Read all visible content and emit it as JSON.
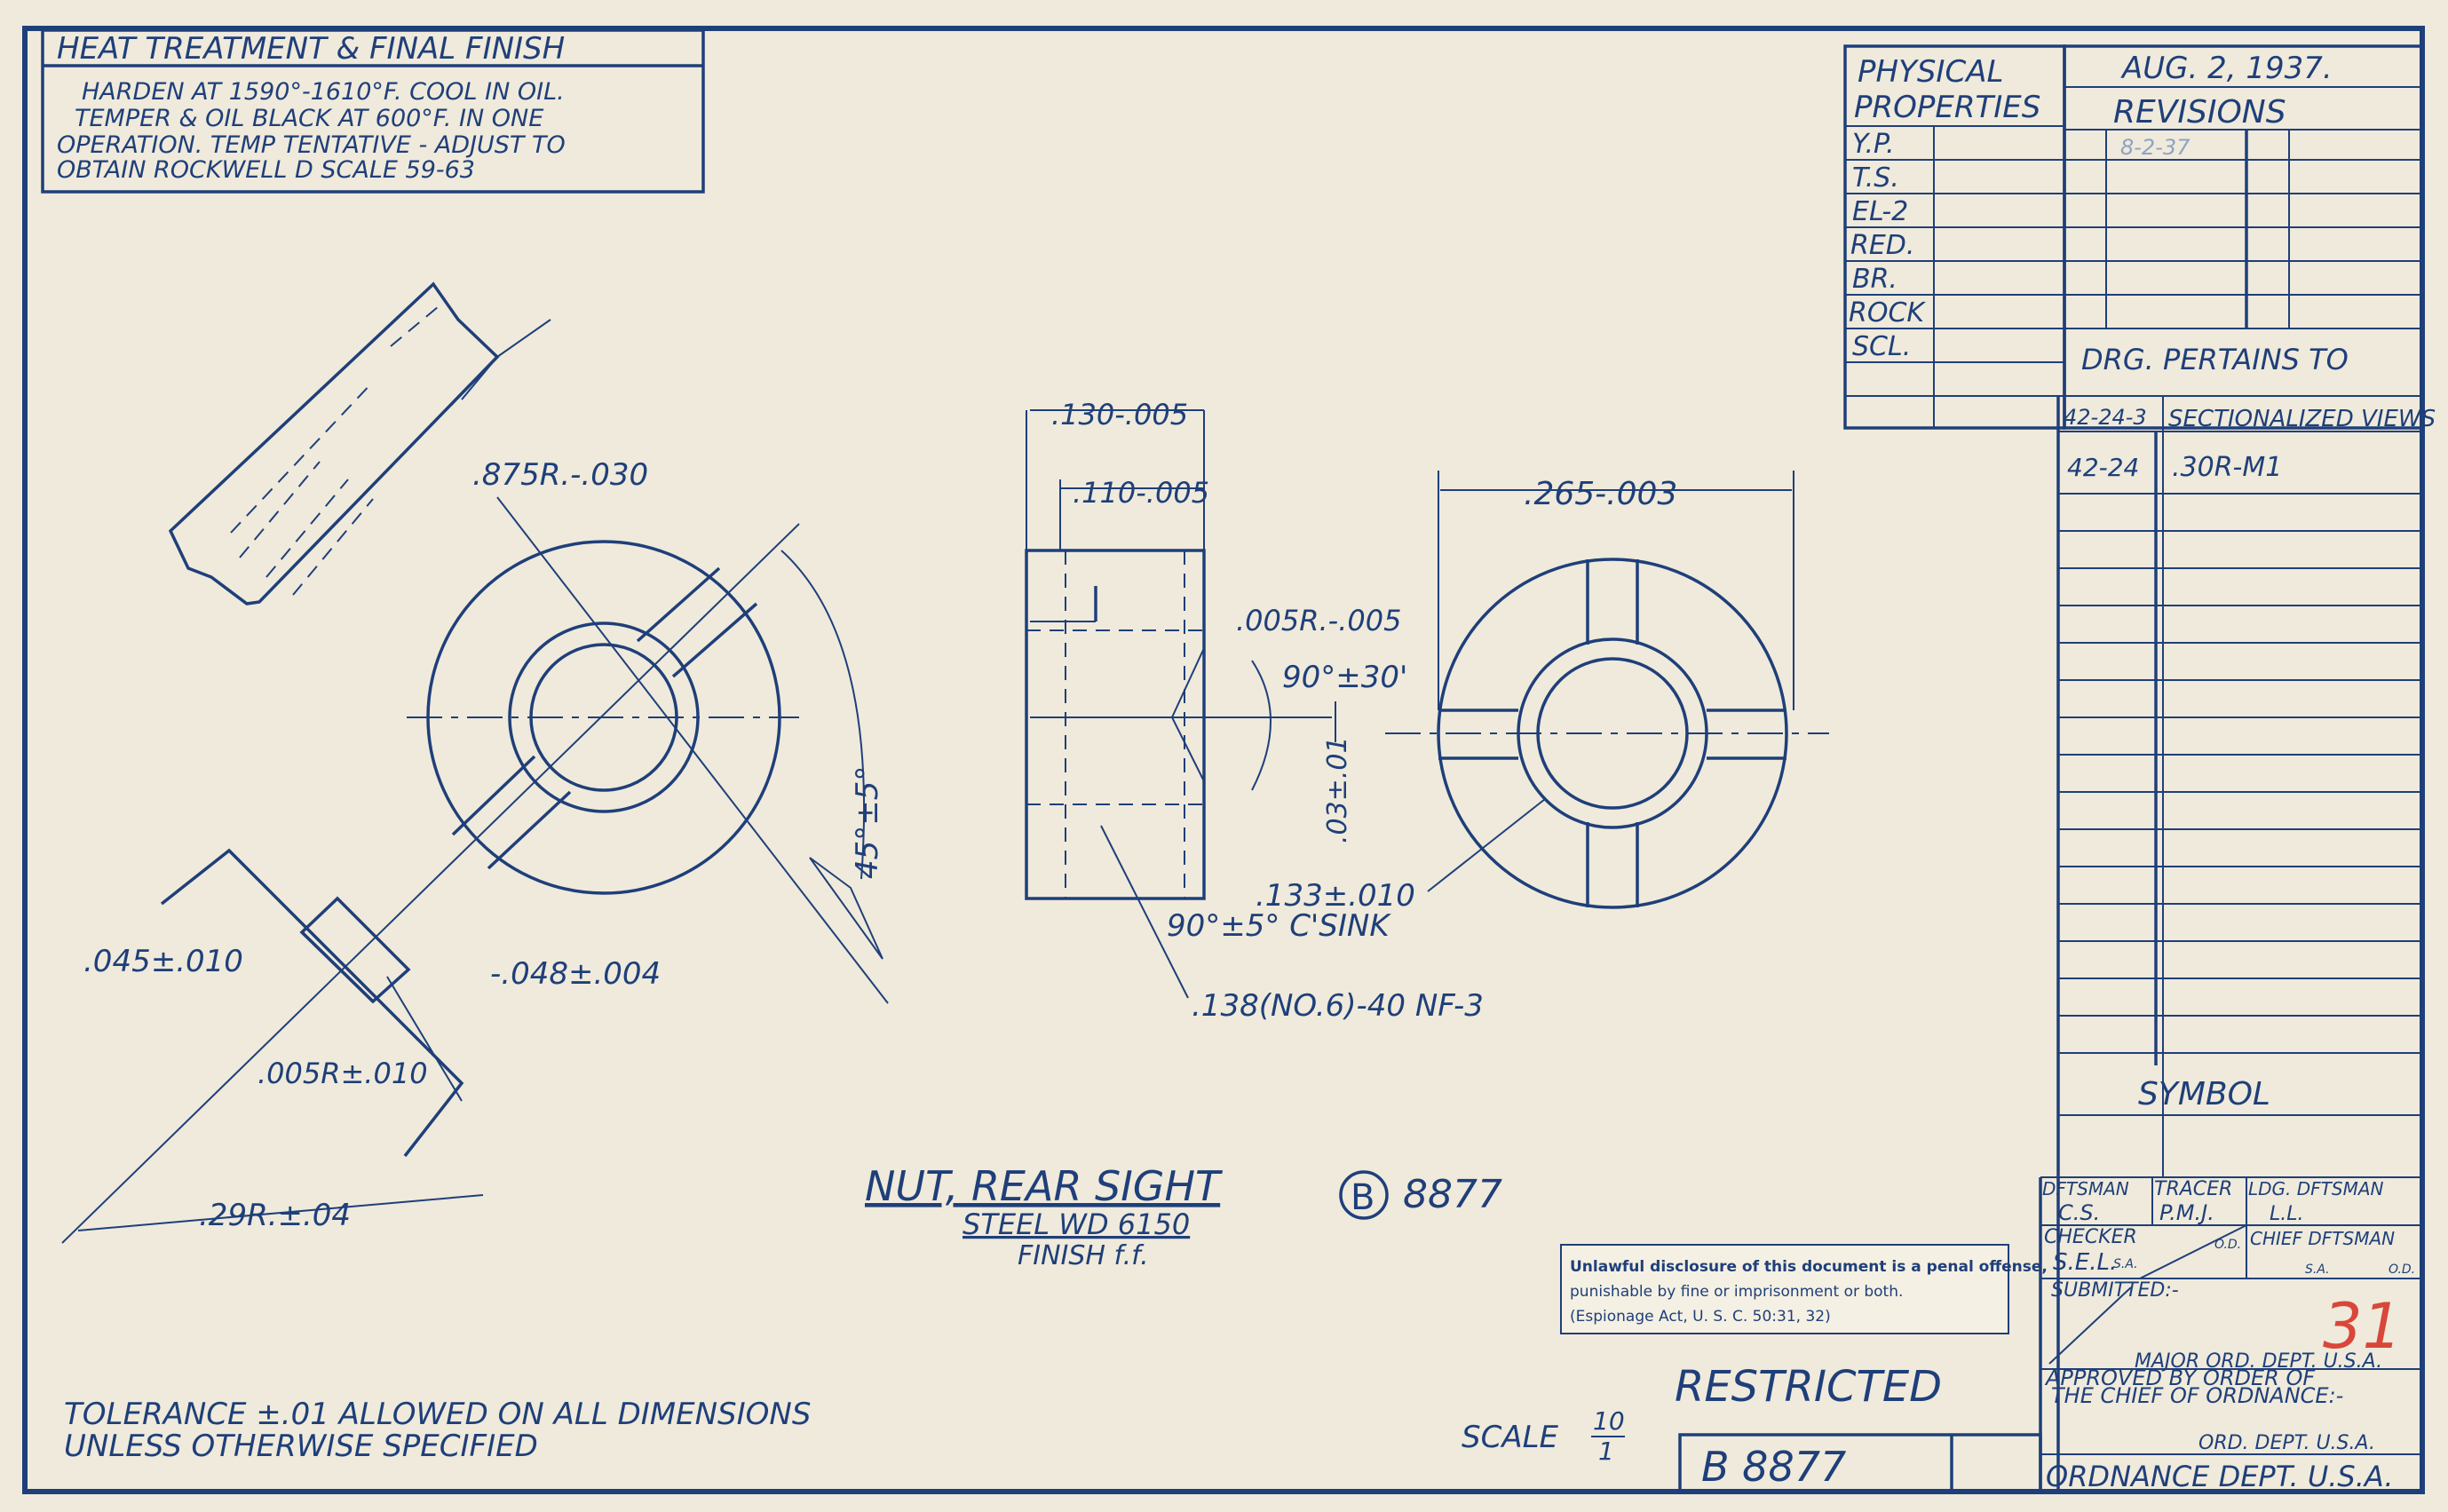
{
  "heat_treatment": {
    "title": "HEAT TREATMENT & FINAL FINISH",
    "lines": [
      "HARDEN AT 1590°-1610°F. COOL IN OIL.",
      "TEMPER & OIL BLACK AT 600°F. IN ONE",
      "OPERATION. TEMP TENTATIVE - ADJUST TO",
      "OBTAIN ROCKWELL D SCALE 59-63"
    ]
  },
  "physical_properties": {
    "title_line1": "PHYSICAL",
    "title_line2": "PROPERTIES",
    "rows": [
      "Y.P.",
      "T.S.",
      "EL-2",
      "RED.",
      "BR.",
      "ROCK",
      "SCL."
    ]
  },
  "revisions": {
    "date": "AUG. 2, 1937.",
    "title": "REVISIONS",
    "first_entry": "8-2-37"
  },
  "pertains": {
    "title": "DRG. PERTAINS TO",
    "rows": [
      {
        "drg": "42-24-3",
        "desc": "SECTIONALIZED VIEWS"
      },
      {
        "drg": "42-24",
        "desc": ".30R-M1"
      }
    ],
    "symbol_label": "SYMBOL"
  },
  "signatures": {
    "dftsman": "DFTSMAN",
    "dftsman_initials": "C.S.",
    "tracer": "TRACER",
    "tracer_initials": "P.M.J.",
    "ldg_dftsman": "LDG. DFTSMAN",
    "ldg_initials": "L.L.",
    "checker": "CHECKER",
    "checker_initials": "S.E.L.",
    "sa": "S.A.",
    "od": "O.D.",
    "chief_dftsman": "CHIEF DFTSMAN",
    "chief_sa": "S.A.",
    "chief_od": "O.D.",
    "submitted": "SUBMITTED:-",
    "major": "MAJOR ORD. DEPT. U.S.A.",
    "approved_1": "APPROVED BY ORDER OF",
    "approved_2": "THE CHIEF OF ORDNANCE:-",
    "ord_dept": "ORD. DEPT. U.S.A.",
    "ordnance_dept": "ORDNANCE DEPT. U.S.A.",
    "sheet_mark": "31"
  },
  "title_block": {
    "part_name": "NUT, REAR SIGHT",
    "drawing_class": "B",
    "part_number": "8877",
    "material": "STEEL WD 6150",
    "finish": "FINISH f.f."
  },
  "notice": {
    "line1": "Unlawful disclosure of this document is a penal offense,",
    "line2": "punishable by fine or imprisonment or both.",
    "line3": "(Espionage Act, U. S. C. 50:31, 32)"
  },
  "tolerance": {
    "line1": "TOLERANCE ±.01 ALLOWED ON ALL DIMENSIONS",
    "line2": "UNLESS OTHERWISE SPECIFIED"
  },
  "scale": {
    "label": "SCALE",
    "num": "10",
    "den": "1"
  },
  "restricted": "RESTRICTED",
  "drawing_number": "B 8877",
  "dimensions": {
    "d875": ".875R.-.030",
    "d045": ".045±.010",
    "d048": "-.048±.004",
    "d005r": ".005R±.010",
    "d29r": ".29R.±.04",
    "angle45": "45°±5°",
    "d130": ".130-.005",
    "d110": ".110-.005",
    "d005r2": ".005R.-.005",
    "angle90": "90°±30'",
    "d03": ".03±.01",
    "d133": ".133±.010",
    "csink": "90°±5° C'SINK",
    "thread": ".138(NO.6)-40 NF-3",
    "d265": ".265-.003"
  }
}
